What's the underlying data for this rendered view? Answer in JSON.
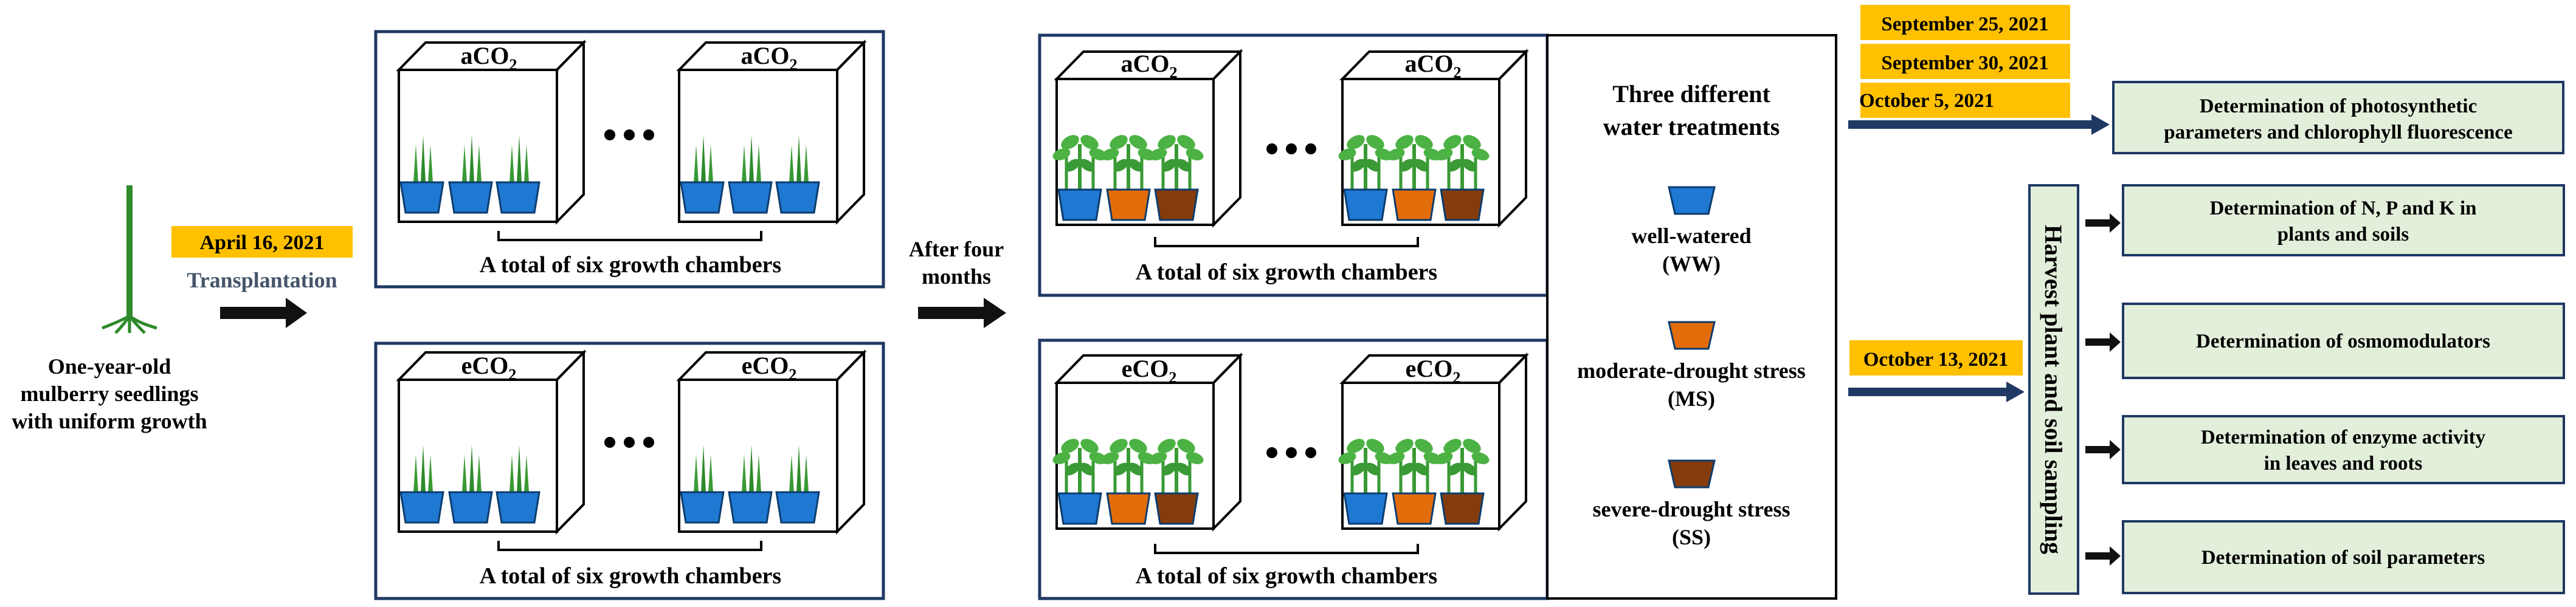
{
  "seedling": {
    "line1": "One-year-old",
    "line2": "mulberry  seedlings",
    "line3": "with uniform growth"
  },
  "transplant": {
    "date": "April 16, 2021",
    "label": "Transplantation"
  },
  "stage1": {
    "top_chamber_label": "aCO",
    "bottom_chamber_label": "eCO",
    "subscript": "2",
    "caption": "A total of six growth chambers"
  },
  "after": {
    "line1": "After four",
    "line2": "months"
  },
  "stage2": {
    "top_chamber_label": "aCO",
    "bottom_chamber_label": "eCO",
    "subscript": "2",
    "caption": "A total of six growth chambers"
  },
  "water": {
    "title1": "Three different",
    "title2": "water treatments",
    "ww_label": "well-watered",
    "ww_abbr": "(WW)",
    "ms_label": "moderate-drought  stress",
    "ms_abbr": "(MS)",
    "ss_label": "severe-drought  stress",
    "ss_abbr": "(SS)"
  },
  "dates": {
    "d1": "September 25, 2021",
    "d2": "September 30, 2021",
    "d3": "October 5, 2021",
    "d4": "October 13, 2021"
  },
  "photo_box": {
    "line1": "Determination of photosynthetic",
    "line2": "parameters and chlorophyll fluorescence"
  },
  "harvest": {
    "label": "Harvest plant and soil sampling"
  },
  "analyses": {
    "npk1": "Determination of N, P and K in",
    "npk2": "plants and soils",
    "osmo": "Determination of osmomodulators",
    "enzyme1": "Determination of enzyme activity",
    "enzyme2": "in leaves and roots",
    "soil": "Determination of soil parameters"
  },
  "colors": {
    "date_bg": "#FFC000",
    "analysis_bg": "#E2EFDA",
    "pot_blue": "#1F78D1",
    "pot_orange": "#E36C0A",
    "pot_brown": "#843C0C",
    "plant_green": "#3A9A35",
    "frame_navy": "#1F3864"
  },
  "icons": {
    "dots": "ellipsis-icon",
    "arrow": "right-arrow-icon"
  }
}
